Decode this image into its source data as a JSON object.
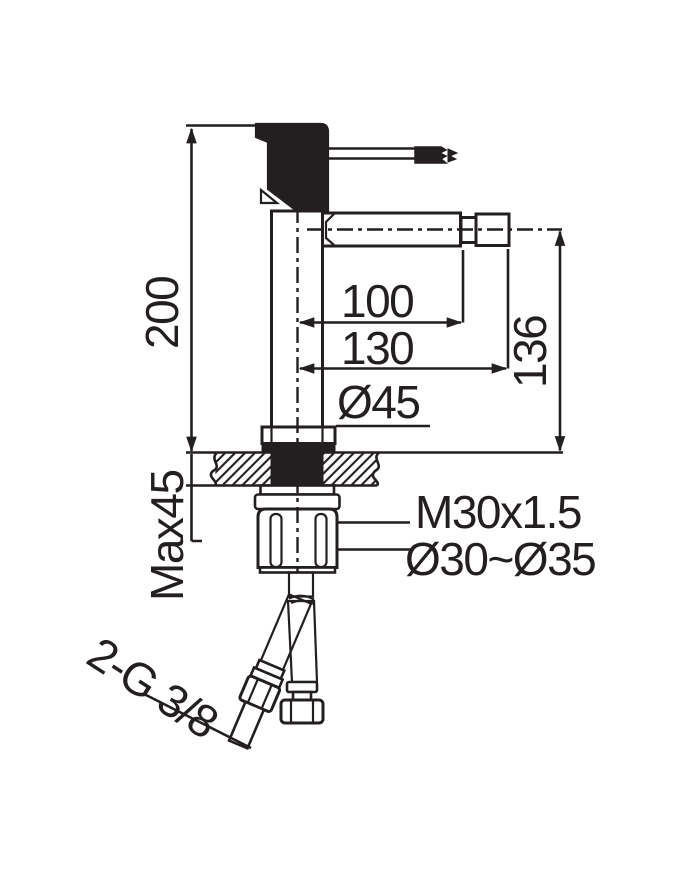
{
  "drawing": {
    "kind": "technical-dimension-drawing",
    "subject": "single-lever bidet mixer, side elevation with mounting parts and flexible hoses",
    "colors": {
      "ink": "#231f20",
      "paper": "#ffffff"
    }
  },
  "labels": {
    "height_total": "200",
    "spout_reach": "100",
    "reach_overall": "130",
    "spout_height": "136",
    "base_diameter": "Ø45",
    "max_mounting_thickness": "Max45",
    "thread_spec": "M30x1.5",
    "hole_range": "Ø30~Ø35",
    "hose_spec": "2-G 3/8"
  }
}
